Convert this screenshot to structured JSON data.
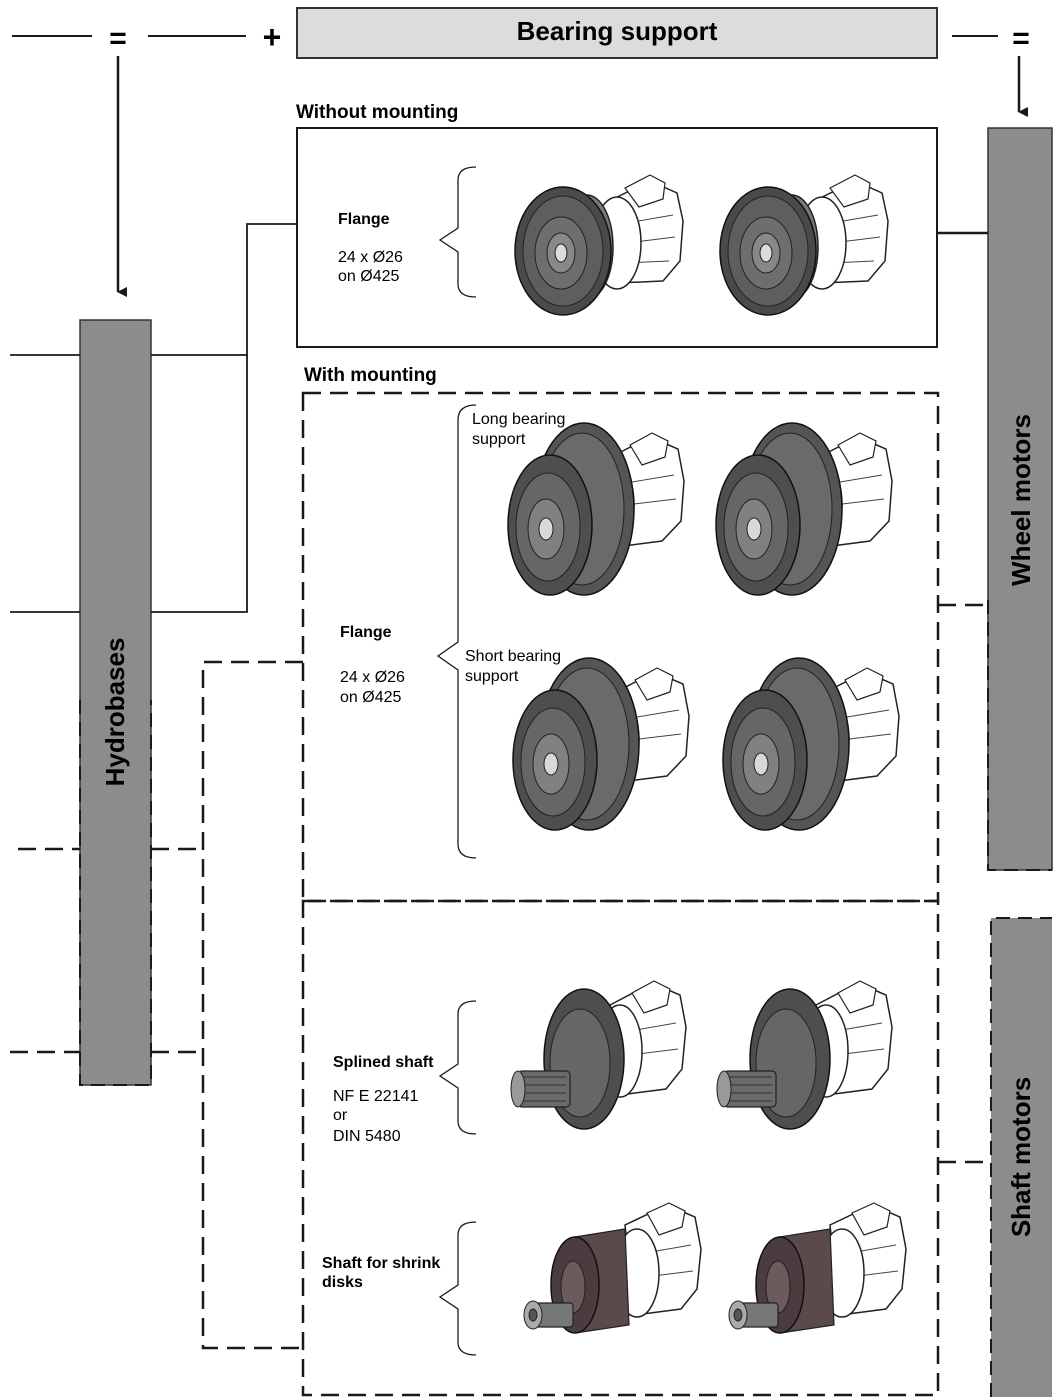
{
  "header": {
    "title": "Bearing support",
    "equals_symbol": "=",
    "plus_symbol": "+"
  },
  "columns": {
    "left": "Hydrobases",
    "right_top": "Wheel motors",
    "right_bottom": "Shaft motors"
  },
  "sections": {
    "without_mounting": {
      "title": "Without mounting",
      "label": "Flange",
      "spec_line1": "24 x Ø26",
      "spec_line2": "on Ø425",
      "motor_icon": "wheel-motor-flange-icon"
    },
    "with_mounting": {
      "title": "With mounting",
      "label": "Flange",
      "spec_line1": "24 x Ø26",
      "spec_line2": "on Ø425",
      "long_line1": "Long bearing",
      "long_line2": "support",
      "short_line1": "Short bearing",
      "short_line2": "support",
      "motor_icon": "wheel-motor-mounted-icon"
    },
    "splined": {
      "label": "Splined shaft",
      "spec_line1": "NF E 22141",
      "spec_line2": "or",
      "spec_line3": "DIN 5480",
      "motor_icon": "splined-shaft-motor-icon"
    },
    "shrink": {
      "label_line1": "Shaft for shrink",
      "label_line2": "disks",
      "motor_icon": "shrink-disk-shaft-motor-icon"
    }
  },
  "colors": {
    "bar_fill": "#8c8c8c",
    "header_fill": "#dcdcdc",
    "motor_dark": "#555555",
    "motor_brown": "#5a4a4c",
    "line": "#1a1a1a"
  }
}
